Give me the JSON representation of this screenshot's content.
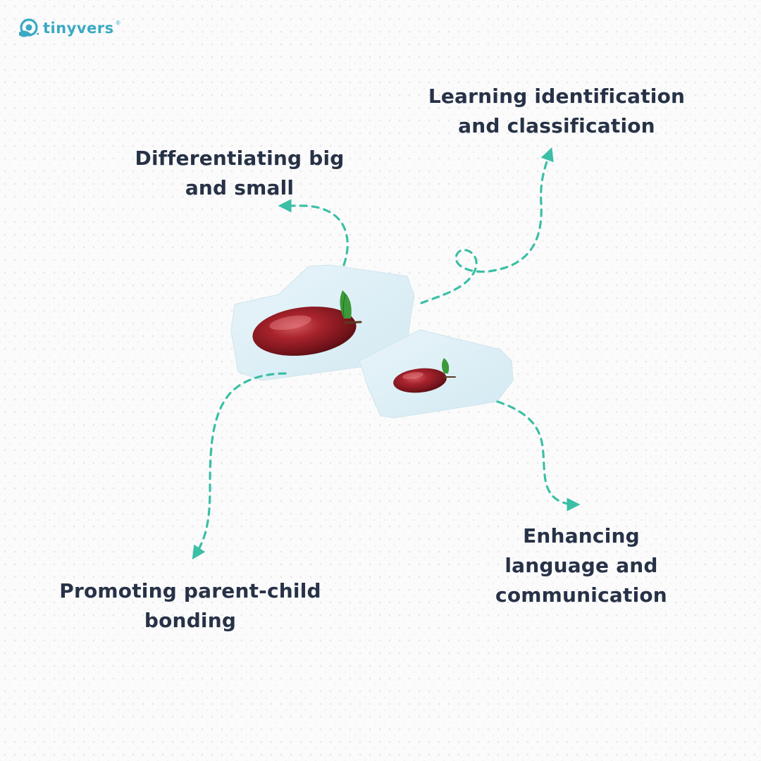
{
  "brand": {
    "name": "tinyvers",
    "registered_mark": "®",
    "logo_icon": "smiling-face-wave-icon",
    "color": "#3aa9c4"
  },
  "benefits": [
    {
      "lines": [
        "Learning identification",
        "and classification"
      ]
    },
    {
      "lines": [
        "Differentiating big",
        "and small"
      ]
    },
    {
      "lines": [
        "Enhancing",
        "language and",
        "communication"
      ]
    },
    {
      "lines": [
        "Promoting parent-child",
        "bonding"
      ]
    }
  ],
  "colors": {
    "text": "#273247",
    "arrow": "#3bbfa6",
    "apple": "#8f1d24",
    "card": "#dff0f7"
  },
  "cards": [
    {
      "subject": "big-apple"
    },
    {
      "subject": "small-apple"
    }
  ]
}
